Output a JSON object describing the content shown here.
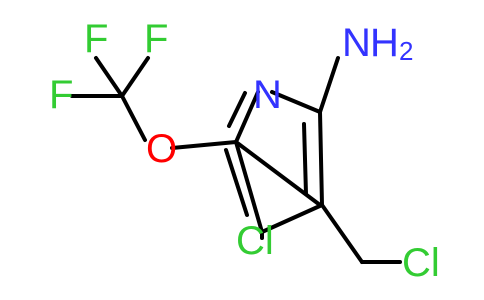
{
  "colors": {
    "bond": "#000000",
    "N": "#3333FF",
    "O": "#FF0000",
    "F": "#33CC33",
    "Cl": "#33CC33"
  },
  "atoms": {
    "n_ring": "N",
    "amine_n": "N",
    "amine_h": "H",
    "amine_h_count": "2",
    "oxygen": "O",
    "fluorine_top_left": "F",
    "fluorine_top_right": "F",
    "fluorine_left": "F",
    "chlorine_ring": "Cl",
    "chlorine_chain": "Cl"
  }
}
